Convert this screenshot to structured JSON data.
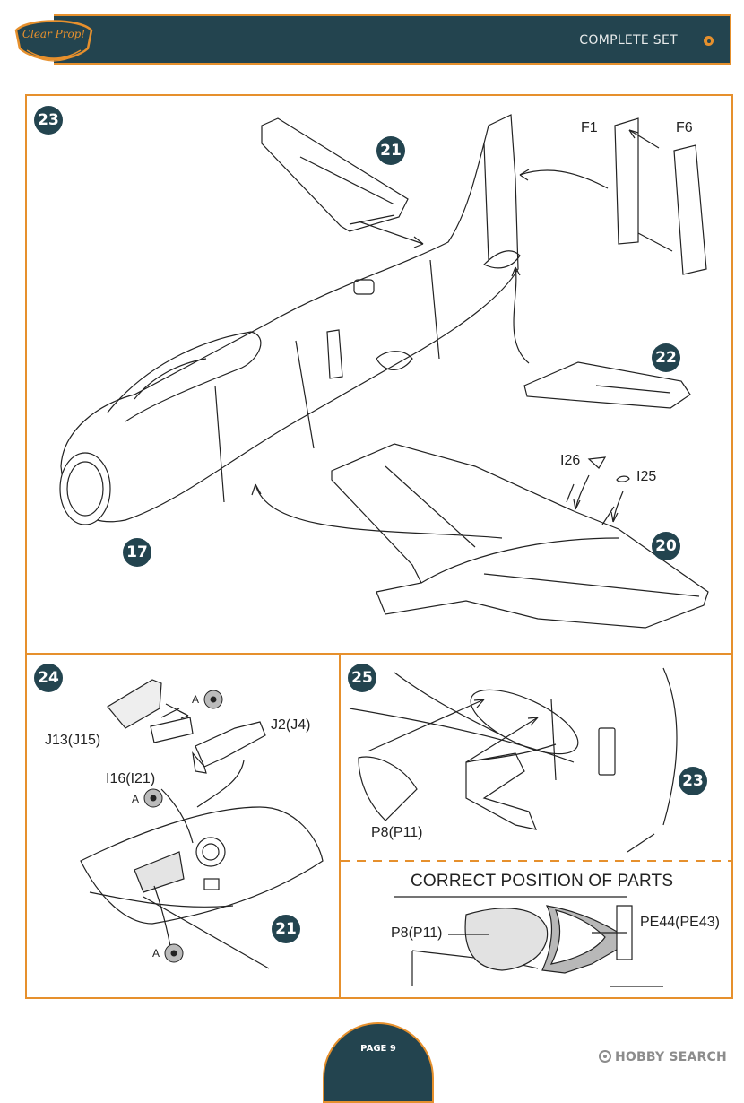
{
  "header": {
    "logo_text": "Clear Prop!",
    "title": "COMPLETE SET"
  },
  "steps": {
    "s23": {
      "number": "23",
      "callouts": {
        "c21": "21",
        "c22": "22",
        "c17": "17",
        "c20": "20"
      },
      "parts": {
        "f1": "F1",
        "f6": "F6",
        "i26": "I26",
        "i25": "I25"
      }
    },
    "s24": {
      "number": "24",
      "callouts": {
        "c21": "21"
      },
      "parts": {
        "j13": "J13(J15)",
        "j2": "J2(J4)",
        "i16": "I16(I21)"
      },
      "ref_a": "A"
    },
    "s25": {
      "number": "25",
      "callouts": {
        "c23": "23"
      },
      "parts": {
        "p8": "P8(P11)"
      }
    }
  },
  "correct_position": {
    "title": "CORRECT POSITION OF PARTS",
    "p8_label": "P8(P11)",
    "pe44_label": "PE44(PE43)"
  },
  "footer": {
    "page": "PAGE 9",
    "watermark": "HOBBY SEARCH"
  },
  "colors": {
    "accent": "#e6902d",
    "dark": "#23444f"
  }
}
